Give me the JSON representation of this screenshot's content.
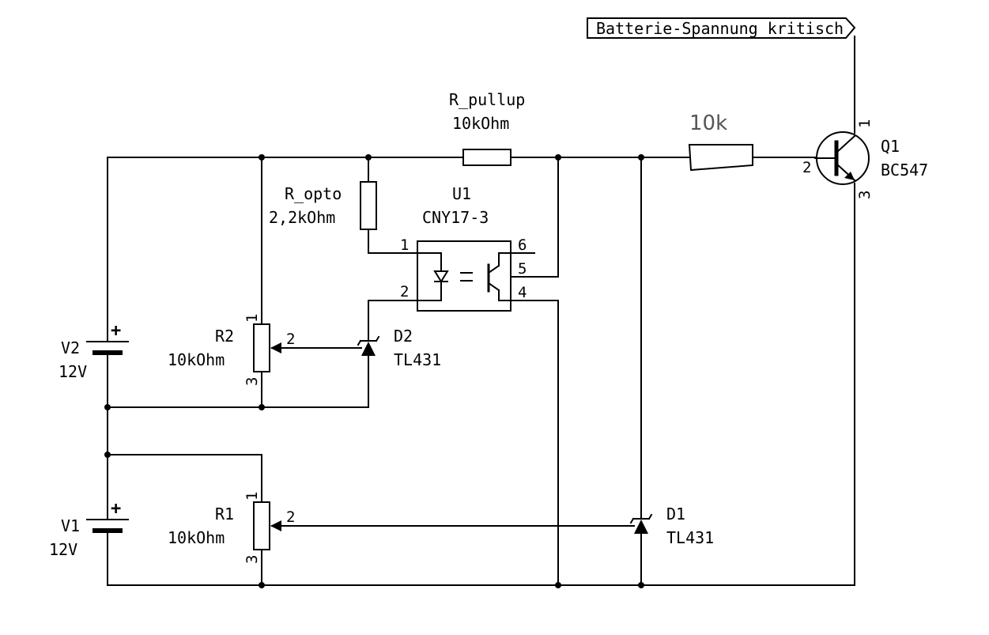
{
  "global_label": "Batterie-Spannung kritisch",
  "components": {
    "r_pullup": {
      "name": "R_pullup",
      "value": "10kOhm"
    },
    "r_base": {
      "value": "10k"
    },
    "r_opto": {
      "name": "R_opto",
      "value": "2,2kOhm"
    },
    "u1": {
      "name": "U1",
      "value": "CNY17-3",
      "pins": [
        "1",
        "2",
        "6",
        "5",
        "4"
      ]
    },
    "q1": {
      "name": "Q1",
      "value": "BC547",
      "pins": [
        "1",
        "2",
        "3"
      ]
    },
    "v2": {
      "name": "V2",
      "value": "12V",
      "polarity": "+"
    },
    "v1": {
      "name": "V1",
      "value": "12V",
      "polarity": "+"
    },
    "r2": {
      "name": "R2",
      "value": "10kOhm",
      "pins": [
        "1",
        "2",
        "3"
      ]
    },
    "r1": {
      "name": "R1",
      "value": "10kOhm",
      "pins": [
        "1",
        "2",
        "3"
      ]
    },
    "d2": {
      "name": "D2",
      "value": "TL431"
    },
    "d1": {
      "name": "D1",
      "value": "TL431"
    }
  }
}
